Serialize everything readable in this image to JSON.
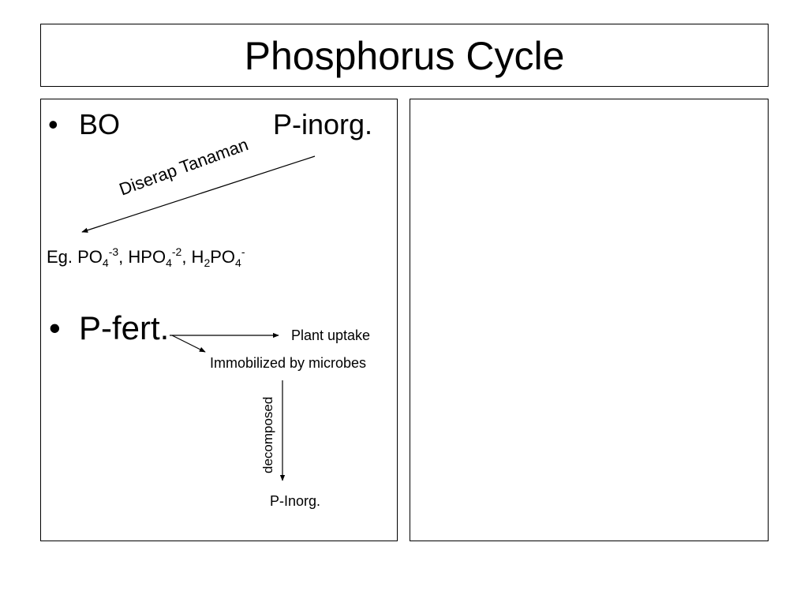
{
  "slide": {
    "title": "Phosphorus Cycle",
    "bullet_char": "•",
    "bullet1": {
      "left": "BO",
      "right": "P-inorg."
    },
    "arrow1_label": "Diserap Tanaman",
    "formula": {
      "prefix": "Eg. PO",
      "po4_sub": "4",
      "po4_sup": "-3",
      "sep1": ", HPO",
      "hpo4_sub": "4",
      "hpo4_sup": "-2",
      "sep2": ", H",
      "h2_sub": "2",
      "po": "PO",
      "h2po4_sub": "4",
      "h2po4_sup": "-"
    },
    "bullet2": "P-fert.",
    "plant_uptake": "Plant uptake",
    "immobilized": "Immobilized by microbes",
    "decomposed": "decomposed",
    "p_inorg_end": "P-Inorg."
  }
}
